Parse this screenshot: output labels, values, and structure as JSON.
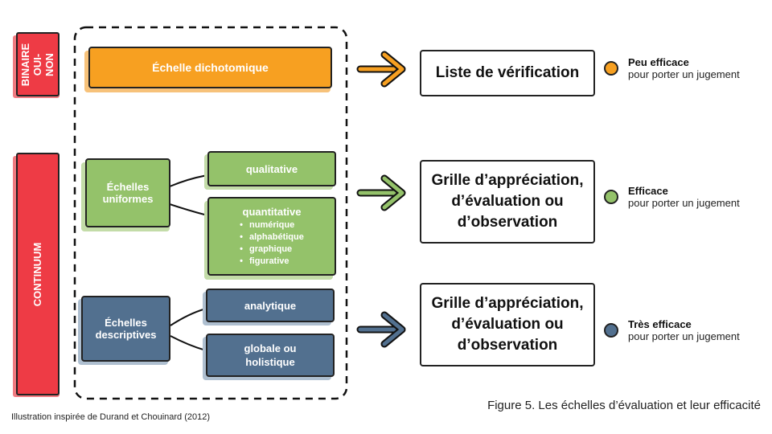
{
  "side_labels": {
    "binary": "BINAIRE OUI-NON",
    "continuum": "CONTINUUM"
  },
  "boxes": {
    "dichotomique": "Échelle dichotomique",
    "uniformes": "Échelles uniformes",
    "qualitative": "qualitative",
    "quantitative": "quantitative",
    "quantitative_items": [
      "numérique",
      "alphabétique",
      "graphique",
      "figurative"
    ],
    "descriptives": "Échelles descriptives",
    "analytique": "analytique",
    "globale": "globale ou holistique"
  },
  "results": [
    {
      "label": "Liste de vérification",
      "level": "Peu efficace",
      "sub": "pour porter un jugement",
      "color": "#f7a021"
    },
    {
      "label": "Grille d’appréciation, d’évaluation ou d’observation",
      "level": "Efficace",
      "sub": "pour porter un jugement",
      "color": "#94c26a"
    },
    {
      "label": "Grille d’appréciation, d’évaluation ou d’observation",
      "level": "Très efficace",
      "sub": "pour porter un jugement",
      "color": "#52708f"
    }
  ],
  "caption": "Figure 5. Les échelles d’évaluation et leur efficacité",
  "credit": "Illustration inspirée de Durand et Chouinard (2012)",
  "colors": {
    "orange": "#f7a021",
    "green": "#94c26a",
    "blue": "#52708f",
    "red": "#ee3b45"
  }
}
